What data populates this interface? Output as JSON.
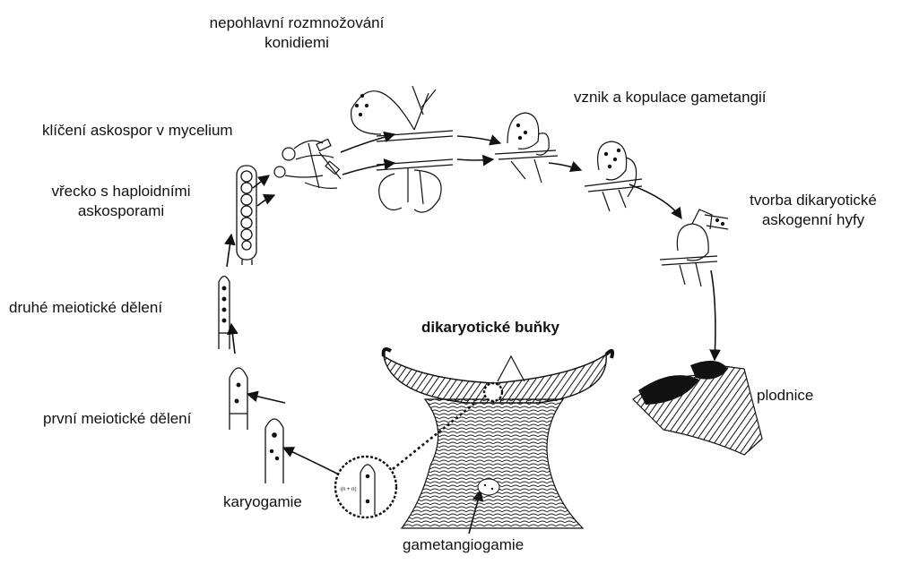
{
  "labels": {
    "asexual_line1": "nepohlavní rozmnožování",
    "asexual_line2": "konidiemi",
    "gametangia": "vznik a kopulace gametangií",
    "germination": "klíčení askospor v mycelium",
    "ascus_line1": "vřecko s haploidními",
    "ascus_line2": "askosporami",
    "dikaryotic_line1": "tvorba dikaryotické",
    "dikaryotic_line2": "askogenní hyfy",
    "second_meiosis": "druhé meiotické dělení",
    "dikaryotic_cells": "dikaryotické buňky",
    "fruiting_body": "plodnice",
    "first_meiosis": "první meiotické dělení",
    "karyogamy": "karyogamie",
    "gametangiogamy": "gametangiogamie",
    "nuclei_label": "(n + n)"
  },
  "colors": {
    "ink": "#111111",
    "background": "#ffffff"
  }
}
